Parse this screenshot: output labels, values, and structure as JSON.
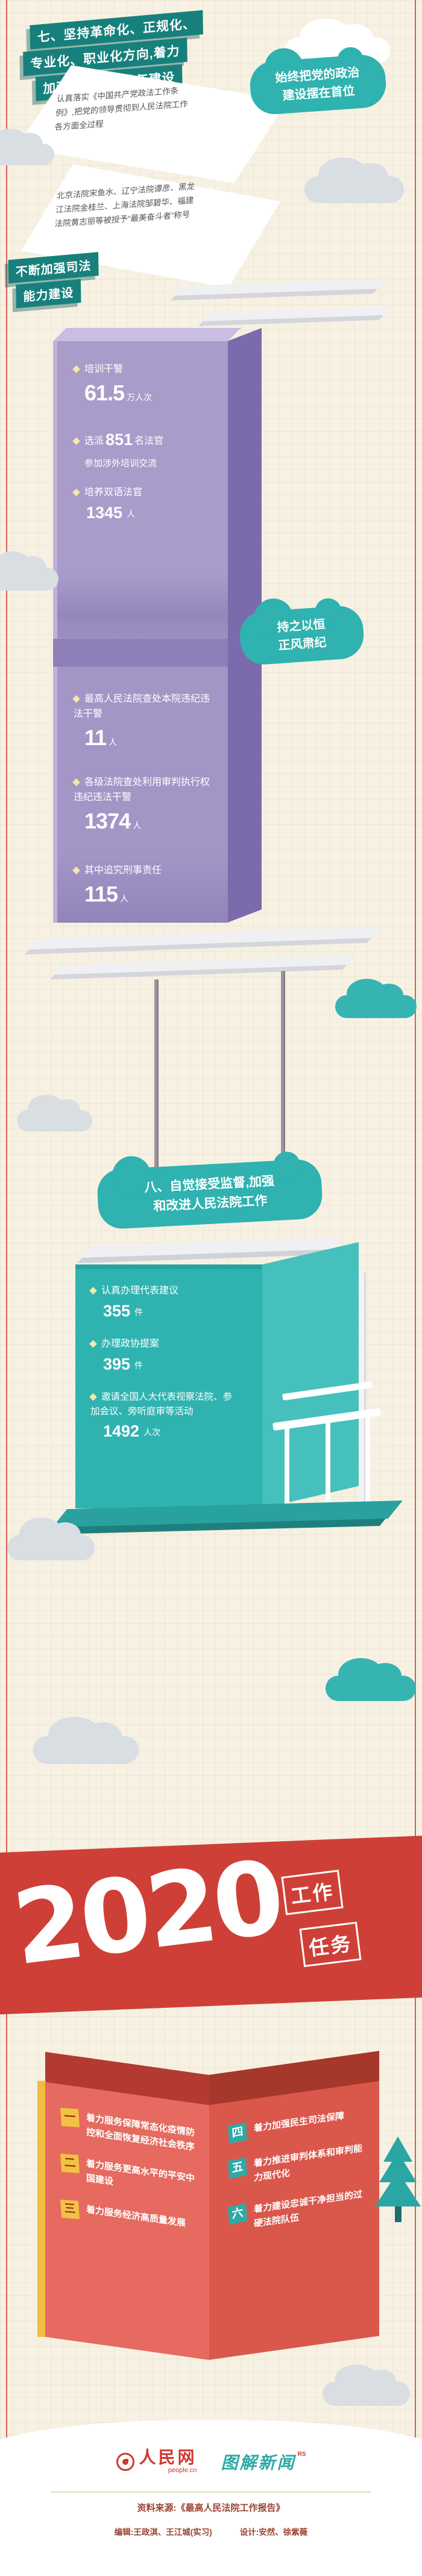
{
  "colors": {
    "teal": "#2fb2b0",
    "dark_teal": "#17807c",
    "purple": "#a395c6",
    "purple_dark": "#7b6bad",
    "red": "#ce4037",
    "salmon": "#e66a5f",
    "yellow": "#f3c243",
    "cream": "#f7f1e3",
    "maroon_text": "#9b4331"
  },
  "section7": {
    "title_line1": "七、坚持革命化、正规化、",
    "title_line2": "专业化、职业化方向,着力",
    "title_line3": "加强人民法院队伍建设",
    "para_policy": "认真落实《中国共产党政法工作条例》,把党的领导贯彻到人民法院工作各方面全过程",
    "bubble_politics_line1": "始终把党的政治",
    "bubble_politics_line2": "建设摆在首位",
    "para_models": "北京法院宋鱼水、辽宁法院谭彦、黑龙江法院金桂兰、上海法院邹碧华、福建法院黄志丽等被授予“最美奋斗者”称号",
    "banner_ability_line1": "不断加强司法",
    "banner_ability_line2": "能力建设",
    "training_stats": {
      "s1_label": "培训干警",
      "s1_num": "61.5",
      "s1_unit": "万人次",
      "s2_pre": "选派",
      "s2_num": "851",
      "s2_post": "名法官",
      "s2_desc": "参加涉外培训交流",
      "s3_label": "培养双语法官",
      "s3_num": "1345",
      "s3_unit": "人"
    },
    "bubble_discipline_line1": "持之以恒",
    "bubble_discipline_line2": "正风肃纪",
    "discipline_stats": {
      "d1_label": "最高人民法院查处本院违纪违法干警",
      "d1_num": "11",
      "d1_unit": "人",
      "d2_label": "各级法院查处利用审判执行权违纪违法干警",
      "d2_num": "1374",
      "d2_unit": "人",
      "d3_label": "其中追究刑事责任",
      "d3_num": "115",
      "d3_unit": "人"
    }
  },
  "section8": {
    "title_line1": "八、自觉接受监督,加强",
    "title_line2": "和改进人民法院工作",
    "stats": {
      "s1_label": "认真办理代表建议",
      "s1_num": "355",
      "s1_unit": "件",
      "s2_label": "办理政协提案",
      "s2_num": "395",
      "s2_unit": "件",
      "s3_label": "邀请全国人大代表视察法院、参加会议、旁听庭审等活动",
      "s3_num": "1492",
      "s3_unit": "人次"
    }
  },
  "tasks2020": {
    "year": "2020",
    "box1": "工作",
    "box2": "任务",
    "items_left": [
      {
        "num": "一",
        "text": "着力服务保障常态化疫情防控和全面恢复经济社会秩序"
      },
      {
        "num": "二",
        "text": "着力服务更高水平的平安中国建设"
      },
      {
        "num": "三",
        "text": "着力服务经济高质量发展"
      }
    ],
    "items_right": [
      {
        "num": "四",
        "text": "着力加强民生司法保障"
      },
      {
        "num": "五",
        "text": "着力推进审判体系和审判能力现代化"
      },
      {
        "num": "六",
        "text": "着力建设忠诚干净担当的过硬法院队伍"
      }
    ]
  },
  "footer": {
    "brand_name": "人民网",
    "brand_domain": "people.cn",
    "brand_product": "图解新闻",
    "brand_mark": "RS",
    "source": "资料来源:《最高人民法院工作报告》",
    "credit_edit": "编辑:王政淇、王江城(实习)",
    "credit_design": "设计:安然、徐紫薇"
  }
}
